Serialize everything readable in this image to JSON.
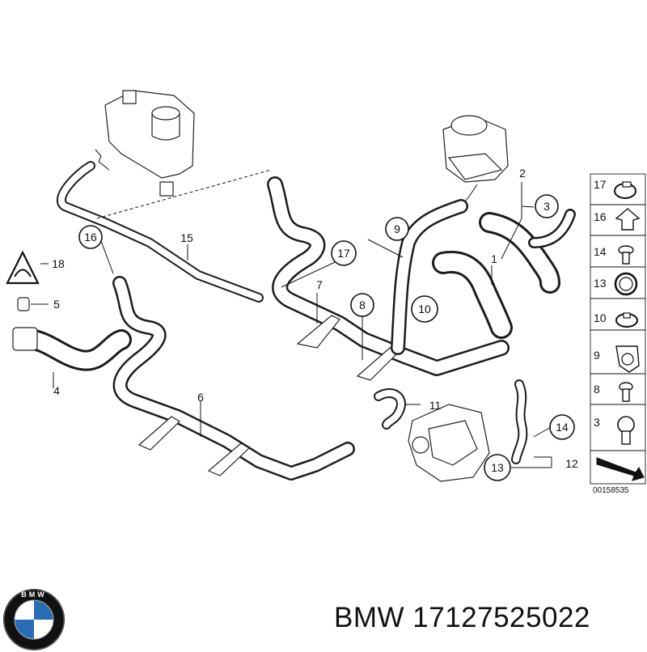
{
  "callouts": {
    "c1": "1",
    "c2": "2",
    "c3": "3",
    "c4": "4",
    "c5": "5",
    "c6": "6",
    "c7": "7",
    "c8": "8",
    "c9": "9",
    "c10": "10",
    "c11": "11",
    "c12": "12",
    "c13": "13",
    "c14": "14",
    "c15": "15",
    "c16": "16",
    "c17": "17",
    "c18": "18"
  },
  "legend": {
    "items": [
      "17",
      "16",
      "14",
      "13",
      "10",
      "9",
      "8",
      "3"
    ],
    "reference": "00158535"
  },
  "logo": {
    "letters": "BMW",
    "colors": {
      "blue": "#2a6db5",
      "black": "#111111",
      "white": "#ffffff"
    }
  },
  "caption": "BMW 17127525022"
}
